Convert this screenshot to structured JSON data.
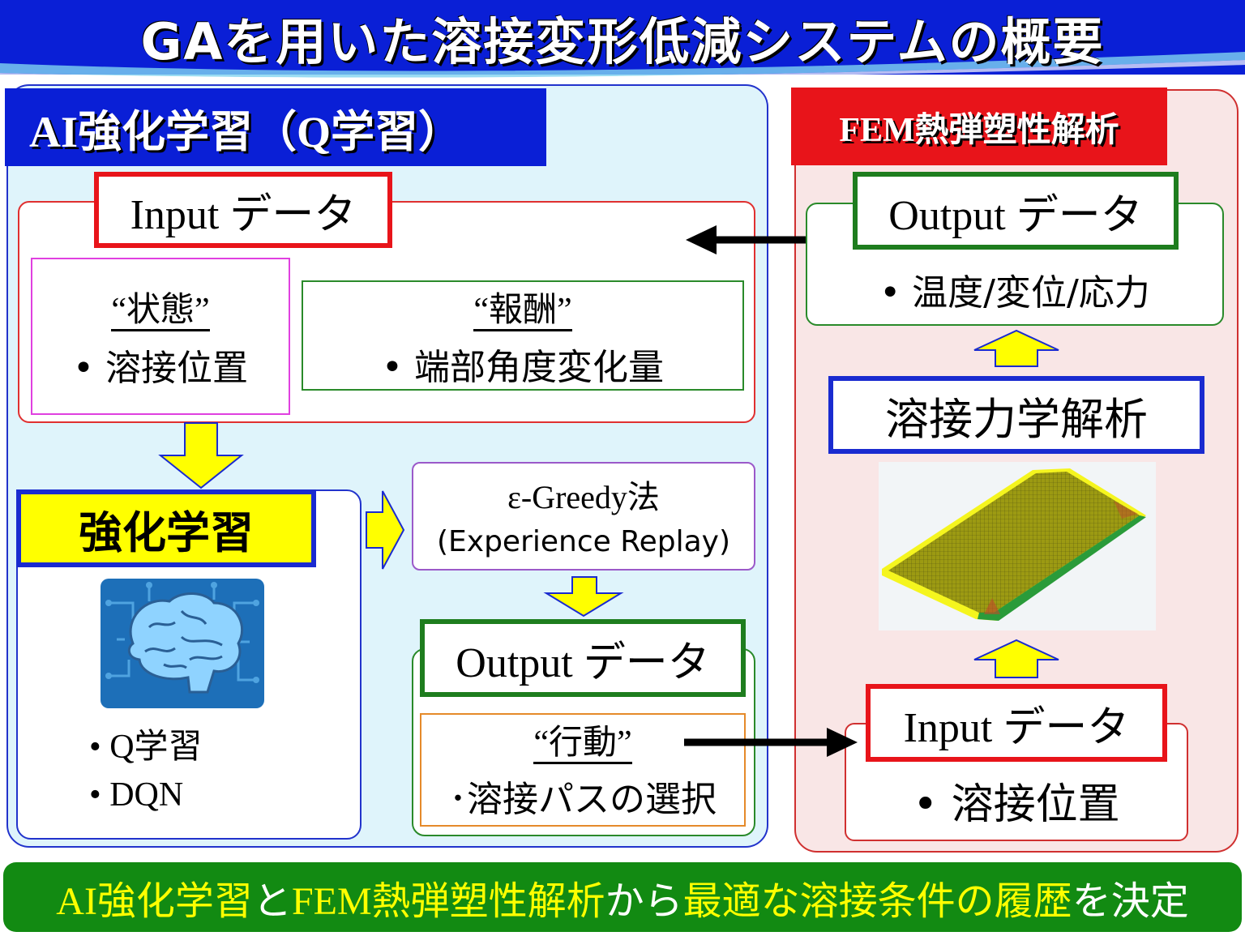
{
  "title": "GAを用いた溶接変形低減システムの概要",
  "ai_panel": {
    "header": "AI強化学習（Q学習）",
    "input_label": "Input データ",
    "state": {
      "title": "“状態”",
      "item": "•  溶接位置"
    },
    "reward": {
      "title": "“報酬”",
      "item": "•  端部角度変化量"
    },
    "rl_label": "強化学習",
    "rl_items": [
      "•    Q学習",
      "•    DQN"
    ],
    "greedy_line1": "ε-Greedy法",
    "greedy_line2": "(Experience Replay)",
    "output_label": "Output データ",
    "action": {
      "title": "“行動”",
      "item": "･溶接パスの選択"
    }
  },
  "fem_panel": {
    "header": "FEM熱弾塑性解析",
    "output_label": "Output データ",
    "output_item": "•  温度/変位/応力",
    "analysis_label": "溶接力学解析",
    "input_label": "Input データ",
    "input_item": "•  溶接位置"
  },
  "footer": {
    "part1": "AI強化学習",
    "part2": "と",
    "part3": "FEM熱弾塑性解析",
    "part4": "から",
    "part5": "最適な溶接条件の履歴",
    "part6": "を決定"
  },
  "colors": {
    "title_blue": "#0a1fd6",
    "ai_panel_bg": "#dff4fb",
    "fem_panel_bg": "#f9e6e6",
    "red_border": "#e8141a",
    "green_border": "#1e7d1e",
    "yellow": "#ffff00",
    "footer_green": "#128a12"
  }
}
